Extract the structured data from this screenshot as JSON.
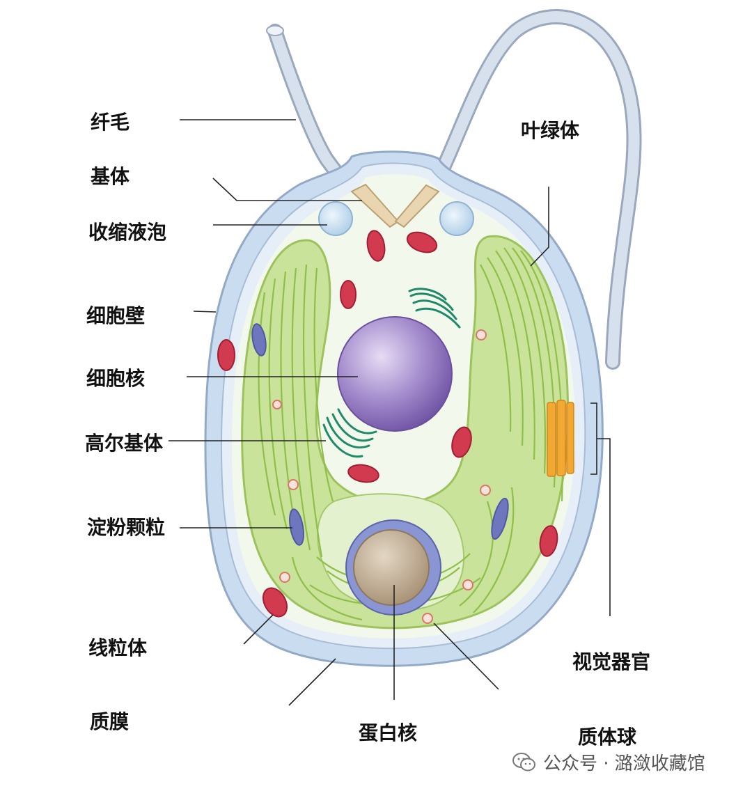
{
  "labels": {
    "cilium": "纤毛",
    "basal_body": "基体",
    "contractile_vacuole": "收缩液泡",
    "cell_wall": "细胞壁",
    "nucleus": "细胞核",
    "golgi": "高尔基体",
    "starch_granule": "淀粉颗粒",
    "mitochondrion": "线粒体",
    "plasma_membrane": "质膜",
    "chloroplast": "叶绿体",
    "eyespot": "视觉器官",
    "pyrenoid": "蛋白核",
    "plastoglobule": "质体球"
  },
  "watermark": {
    "icon": "wechat-icon",
    "text": "公众号 · 潞潋收藏馆"
  },
  "colors": {
    "wall_fill": "#c9dcef",
    "cytoplasm": "#f0f6e8",
    "chloroplast": "#b9db7c",
    "nucleus": "#9c83c8",
    "pyrenoid_ring": "#7a86c9",
    "pyrenoid_core": "#c7b49a",
    "mitochondria": "#c8283f",
    "golgi": "#1f8a6a",
    "eyespot": "#f0a634",
    "starch": "#6a72b8",
    "flagella": "#c3cfe0",
    "leader": "#222222"
  }
}
